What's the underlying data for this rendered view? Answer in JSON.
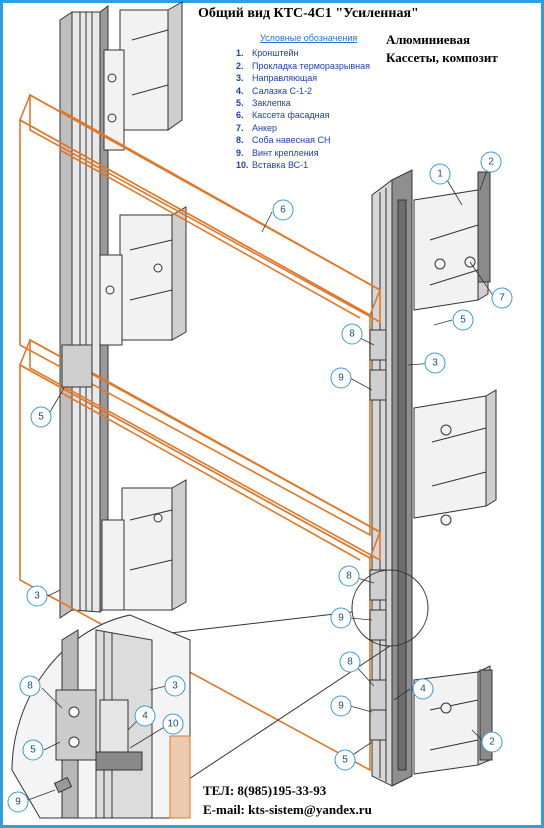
{
  "title": "Общий вид КТС-4С1 \"Усиленная\"",
  "subtitle_lines": [
    "Алюминиевая",
    "Кассеты, композит"
  ],
  "legend": {
    "header": "Условные обозначения",
    "items": [
      {
        "num": "1.",
        "text": "Кронштейн"
      },
      {
        "num": "2.",
        "text": "Прокладка терморазрывная"
      },
      {
        "num": "3.",
        "text": "Направляющая"
      },
      {
        "num": "4.",
        "text": "Салазка С-1-2"
      },
      {
        "num": "5.",
        "text": "Заклепка"
      },
      {
        "num": "6.",
        "text": "Кассета фасадная"
      },
      {
        "num": "7.",
        "text": "Анкер"
      },
      {
        "num": "8.",
        "text": "Соба навесная СН"
      },
      {
        "num": "9.",
        "text": "Винт крепления"
      },
      {
        "num": "10.",
        "text": "Вставка ВС-1"
      }
    ]
  },
  "contacts": {
    "phone": "ТЕЛ: 8(985)195-33-93",
    "email": "E-mail: kts-sistem@yandex.ru"
  },
  "callouts": [
    "1",
    "2",
    "3",
    "4",
    "5",
    "6",
    "7",
    "8",
    "9",
    "10"
  ],
  "colors": {
    "frame": "#2f9fe0",
    "cassette": "#e0782a",
    "callout": "#3a9ad9",
    "line": "#333333"
  }
}
